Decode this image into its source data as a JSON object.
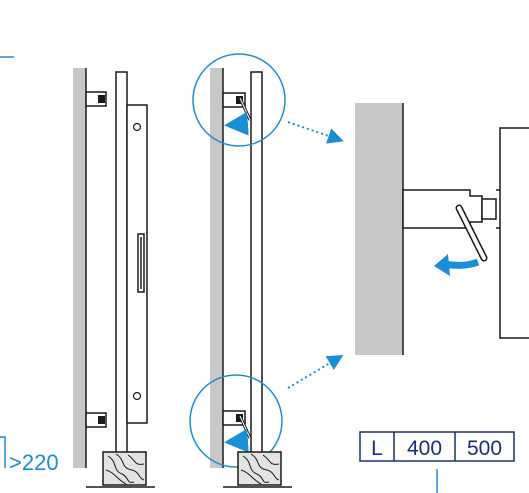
{
  "clearance_label": ">220",
  "dimension_table": {
    "header": "L",
    "values": [
      "400",
      "500"
    ]
  },
  "colors": {
    "wall": "#c8c8c8",
    "line": "#1a1a1a",
    "accent_blue": "#1a8fd6",
    "table_text": "#1a2e7a",
    "wood": "#d9d9d9"
  }
}
